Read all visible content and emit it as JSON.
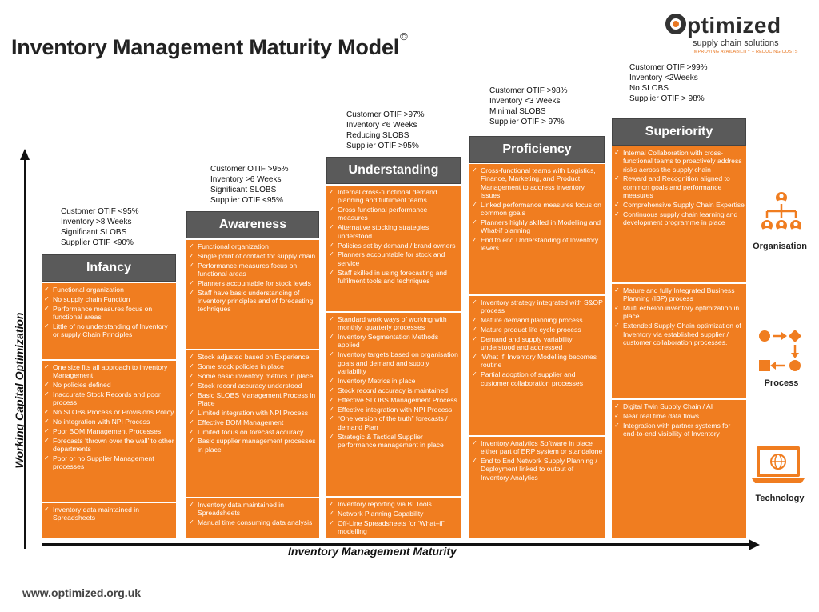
{
  "title": "Inventory Management Maturity Model",
  "title_mark": "©",
  "logo": {
    "brand": "ptimized",
    "subtitle": "supply chain solutions",
    "tagline": "IMPROVING AVAILABILITY – REDUCING COSTS"
  },
  "y_axis_label": "Working Capital Optimization",
  "x_axis_label": "Inventory Management Maturity",
  "footer": "www.optimized.org.uk",
  "side_labels": {
    "organisation": "Organisation",
    "process": "Process",
    "technology": "Technology"
  },
  "colors": {
    "stage_body": "#f07d20",
    "stage_head": "#5a5a5a",
    "icon_orange": "#f07d20"
  },
  "stages": [
    {
      "name": "Infancy",
      "metrics": [
        "Customer OTIF <95%",
        "Inventory >8 Weeks",
        "Significant SLOBS",
        "Supplier OTIF <90%"
      ],
      "organisation": [
        "Functional organization",
        "No supply chain Function",
        "Performance measures focus on functional areas",
        "Little of no understanding of Inventory or supply Chain Principles"
      ],
      "process": [
        "One size fits all approach to inventory Management",
        "No policies defined",
        "Inaccurate Stock Records and poor process",
        "No SLOBs Process or Provisions Policy",
        "No integration with NPI Process",
        "Poor BOM Management Processes",
        "Forecasts ‘thrown over the wall’ to other departments",
        "Poor or no Supplier Management processes"
      ],
      "technology": [
        "Inventory data maintained in Spreadsheets"
      ]
    },
    {
      "name": "Awareness",
      "metrics": [
        "Customer OTIF >95%",
        "Inventory >6 Weeks",
        "Significant SLOBS",
        "Supplier OTIF <95%"
      ],
      "organisation": [
        "Functional organization",
        "Single point of contact for supply chain",
        "Performance measures focus on functional areas",
        "Planners accountable for stock levels",
        "Staff have basic understanding of inventory principles and of forecasting techniques"
      ],
      "process": [
        "Stock adjusted based on Experience",
        "Some stock policies in place",
        "Some basic inventory metrics in place",
        "Stock record accuracy understood",
        "Basic SLOBS Management Process in Place",
        "Limited integration with NPI Process",
        "Effective BOM Management",
        "Limited focus on forecast accuracy",
        "Basic supplier management processes in place"
      ],
      "technology": [
        "Inventory data maintained in Spreadsheets",
        "Manual time consuming data analysis"
      ]
    },
    {
      "name": "Understanding",
      "metrics": [
        "Customer OTIF >97%",
        "Inventory <6 Weeks",
        "Reducing SLOBS",
        "Supplier OTIF >95%"
      ],
      "organisation": [
        "Internal cross-functional demand planning and fulfilment teams",
        "Cross functional performance measures",
        "Alternative stocking strategies understood",
        "Policies set by demand / brand owners",
        "Planners accountable for stock and service",
        "Staff skilled in using forecasting and fulfilment tools and techniques"
      ],
      "process": [
        "Standard work ways of working with monthly, quarterly processes",
        "Inventory Segmentation Methods applied",
        "Inventory targets based on organisation goals and demand and supply variability",
        "Inventory Metrics in place",
        "Stock record accuracy is maintained",
        "Effective SLOBS Management Process",
        "Effective integration with NPI Process",
        "“One version of the truth” forecasts / demand Plan",
        "Strategic & Tactical Supplier performance management in place"
      ],
      "technology": [
        "Inventory reporting via BI Tools",
        "Network Planning Capability",
        "Off-Line Spreadsheets for ‘What–if’ modelling"
      ]
    },
    {
      "name": "Proficiency",
      "metrics": [
        "Customer OTIF >98%",
        "Inventory <3 Weeks",
        "Minimal SLOBS",
        "Supplier OTIF > 97%"
      ],
      "organisation": [
        "Cross-functional teams with Logistics, Finance, Marketing, and Product Management to address inventory issues",
        "Linked performance measures focus on common goals",
        "Planners highly skilled in Modelling and What-if planning",
        "End to end Understanding of Inventory levers"
      ],
      "process": [
        "Inventory strategy integrated with S&OP process",
        "Mature demand planning process",
        "Mature product life cycle process",
        "Demand and supply variability understood and addressed",
        "‘What If’ Inventory Modelling becomes routine",
        "Partial adoption of supplier and customer collaboration processes"
      ],
      "technology": [
        "Inventory Analytics Software in place either part of ERP system or standalone",
        "End to End Network Supply Planning / Deployment linked to output of Inventory Analytics"
      ]
    },
    {
      "name": "Superiority",
      "metrics": [
        "Customer OTIF >99%",
        "Inventory <2Weeks",
        "No SLOBS",
        "Supplier OTIF > 98%"
      ],
      "organisation": [
        "Internal Collaboration with cross-functional teams to proactively address risks across the supply chain",
        "Reward and Recognition aligned to common goals and performance measures",
        "Comprehensive Supply Chain Expertise",
        "Continuous supply chain learning and development programme in place"
      ],
      "process": [
        "Mature and fully Integrated Business Planning (IBP) process",
        "Multi echelon inventory optimization in place",
        "Extended Supply Chain optimization of Inventory via established supplier / customer collaboration processes."
      ],
      "technology": [
        "Digital Twin Supply Chain / AI",
        "Near real time data flows",
        "Integration with partner systems for end-to-end visibility of Inventory"
      ]
    }
  ]
}
